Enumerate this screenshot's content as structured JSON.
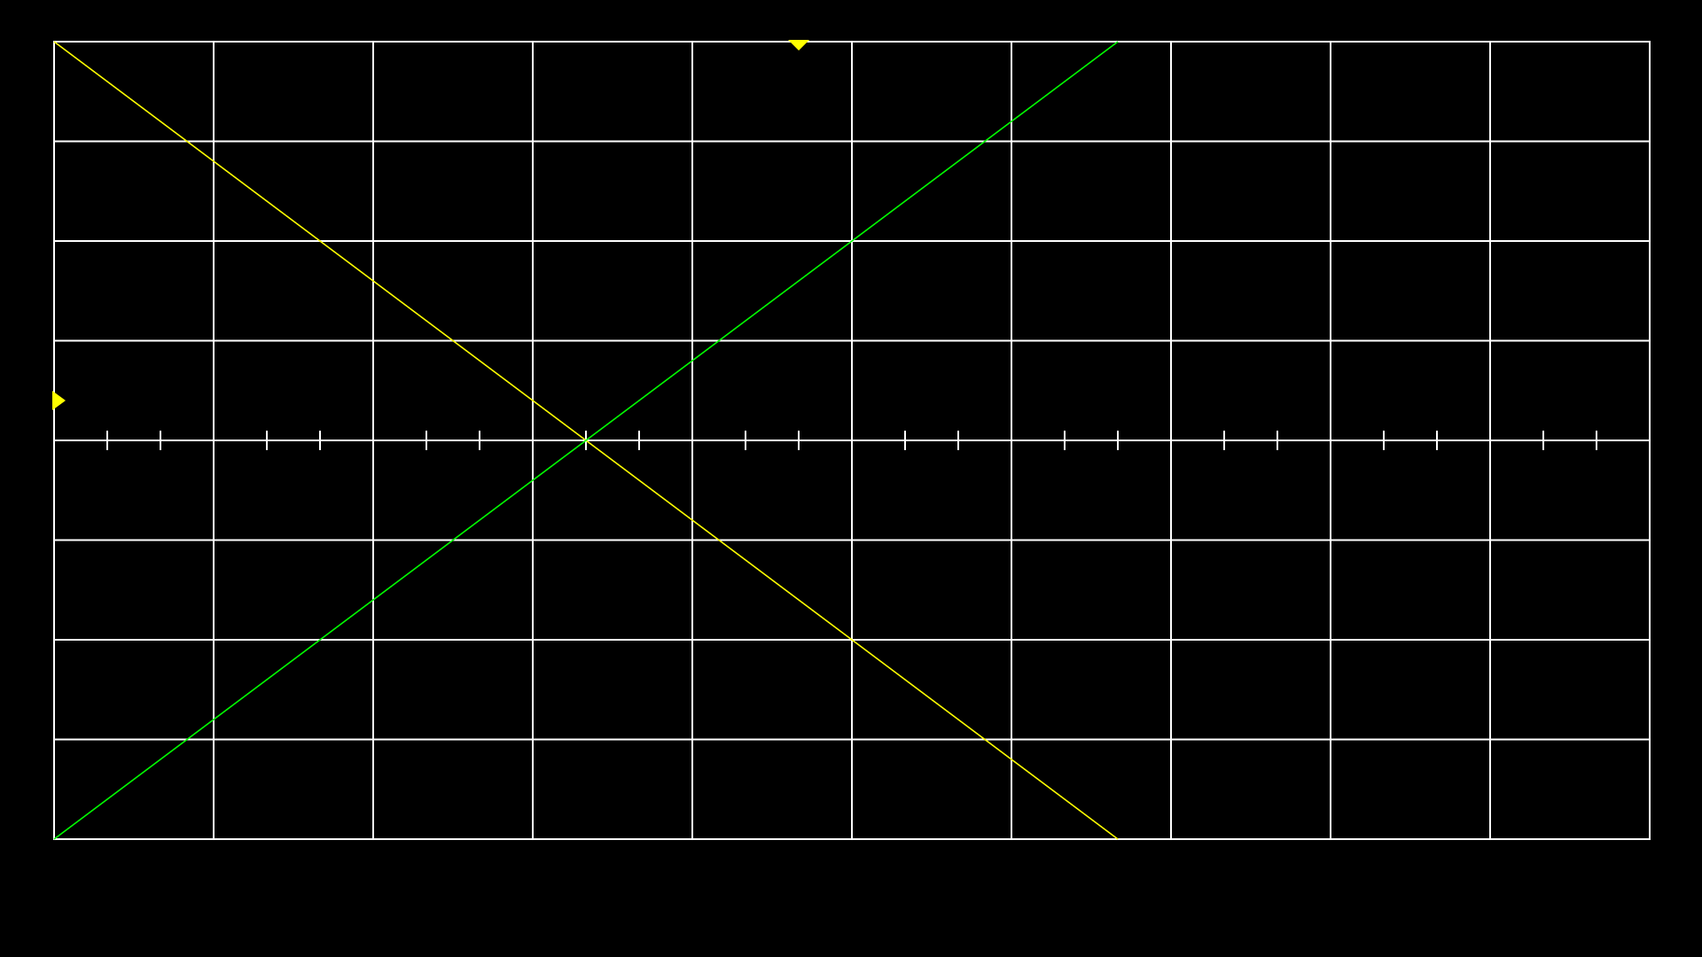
{
  "colors": {
    "background": "#000000",
    "graticule": "#ffffff",
    "trace_ch1": "#ffff00",
    "trace_ch2": "#00ff00",
    "marker": "#ffff00"
  },
  "graticule": {
    "horizontal_divisions": 10,
    "vertical_divisions": 8,
    "center_axis_minor_ticks_per_division": 3
  },
  "traces": [
    {
      "name": "",
      "color": "#ffff00",
      "start": [
        0,
        8
      ],
      "end": [
        6.667,
        0
      ]
    },
    {
      "name": "",
      "color": "#00ff00",
      "start": [
        0,
        0
      ],
      "end": [
        6.667,
        8
      ]
    }
  ],
  "markers": {
    "trigger_position_icon": "trigger-position-arrow-down-icon",
    "trigger_level_icon": "trigger-level-arrow-right-icon",
    "trigger_position_div": 4.667,
    "trigger_level_div": 4.4
  }
}
